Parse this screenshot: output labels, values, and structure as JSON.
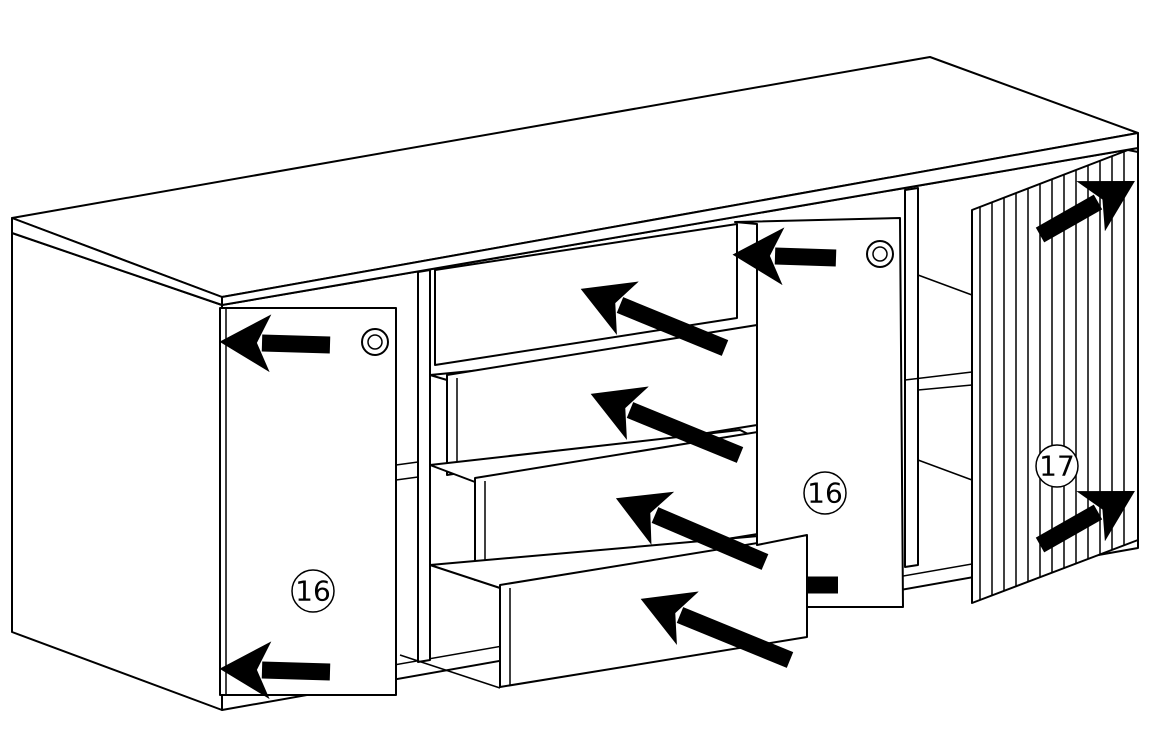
{
  "diagram": {
    "callouts": [
      {
        "label": "16",
        "part": "left-door"
      },
      {
        "label": "16",
        "part": "right-door"
      },
      {
        "label": "17",
        "part": "fluted-door"
      }
    ],
    "colors": {
      "line": "#000000",
      "background": "#ffffff"
    }
  }
}
